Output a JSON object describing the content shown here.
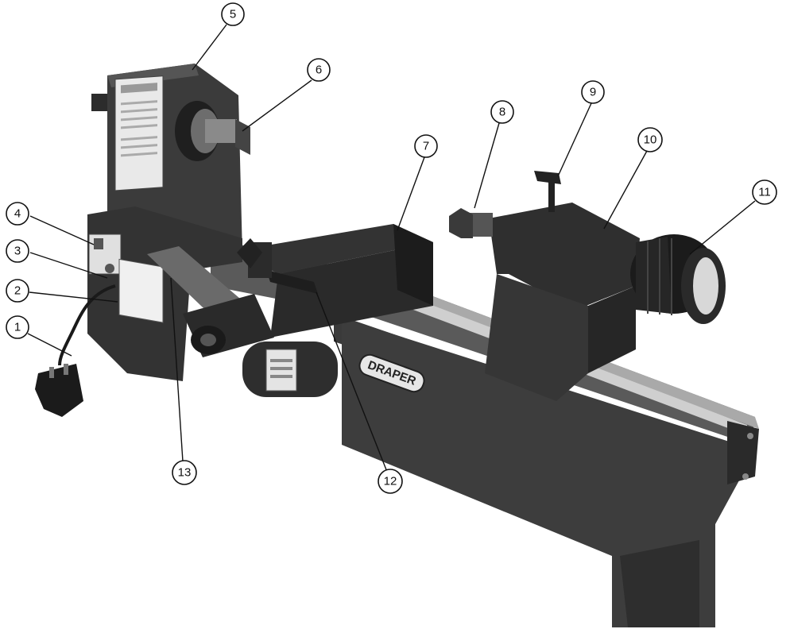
{
  "callouts": [
    {
      "id": "1",
      "label": "1"
    },
    {
      "id": "2",
      "label": "2"
    },
    {
      "id": "3",
      "label": "3"
    },
    {
      "id": "4",
      "label": "4"
    },
    {
      "id": "5",
      "label": "5"
    },
    {
      "id": "6",
      "label": "6"
    },
    {
      "id": "7",
      "label": "7"
    },
    {
      "id": "8",
      "label": "8"
    },
    {
      "id": "9",
      "label": "9"
    },
    {
      "id": "10",
      "label": "10"
    },
    {
      "id": "11",
      "label": "11"
    },
    {
      "id": "12",
      "label": "12"
    },
    {
      "id": "13",
      "label": "13"
    }
  ],
  "brand_plate": "DRAPER",
  "colors": {
    "body_dark": "#2b2b2b",
    "body_mid": "#4a4a4a",
    "body_light": "#7a7a7a",
    "bed_steel": "#9a9a9a",
    "background": "#ffffff"
  }
}
